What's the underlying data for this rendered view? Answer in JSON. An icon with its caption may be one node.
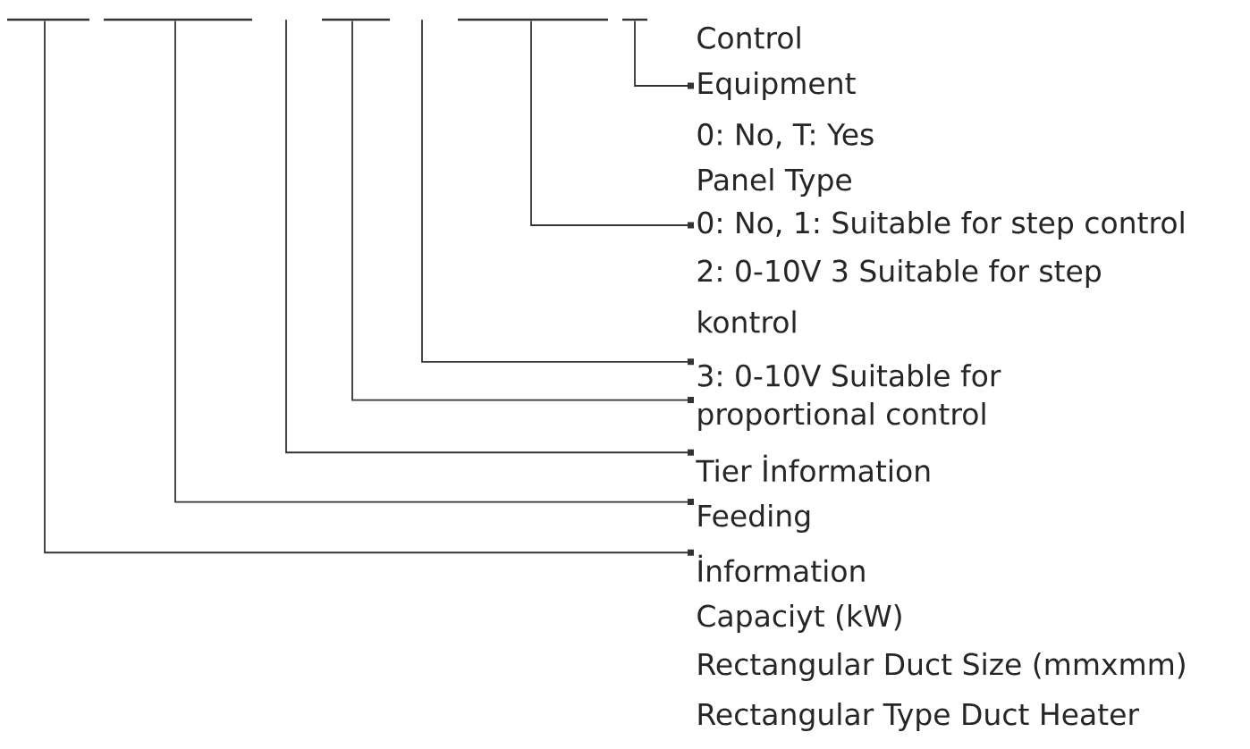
{
  "diagram": {
    "nodes": [
      {
        "text": [],
        "shape": "bar"
      },
      {
        "text": [],
        "shape": "bar"
      },
      {
        "text": [],
        "shape": "bar"
      },
      {
        "text": [],
        "shape": "bar"
      },
      {
        "text": [],
        "shape": "bar"
      },
      {
        "text": [
          "Control"
        ]
      },
      {
        "text": [
          "Equipment"
        ]
      },
      {
        "text": [
          "0: No, T: Yes"
        ]
      },
      {
        "text": [
          "Panel Type"
        ]
      },
      {
        "text": [
          "0: No, 1: Suitable for step control"
        ]
      },
      {
        "text": [
          "2: 0-10V 3 Suitable for step"
        ]
      },
      {
        "text": [
          "kontrol"
        ]
      },
      {
        "text": [
          "3: 0-10V Suitable for"
        ]
      },
      {
        "text": [
          "proportional control"
        ]
      },
      {
        "text": [
          "Tier İnformation"
        ]
      },
      {
        "text": [
          "Feeding"
        ]
      },
      {
        "text": [
          "İnformation"
        ]
      },
      {
        "text": [
          "Capaciyt (kW)"
        ]
      },
      {
        "text": [
          "Rectangular Duct Size (mmxmm)"
        ]
      },
      {
        "text": [
          "Rectangular Type Duct Heater"
        ]
      }
    ],
    "edges": [
      {
        "from": 4,
        "to": 6,
        "arrow": "other"
      },
      {
        "from": 3,
        "to": 9,
        "arrow": "other"
      },
      {
        "from": null,
        "to": 12,
        "arrow": "other"
      },
      {
        "from": 2,
        "to": 13,
        "arrow": "other"
      },
      {
        "from": null,
        "to": 14,
        "arrow": "other"
      },
      {
        "from": 1,
        "to": 15,
        "arrow": "other"
      },
      {
        "from": 0,
        "to": 16,
        "arrow": "other"
      }
    ]
  }
}
